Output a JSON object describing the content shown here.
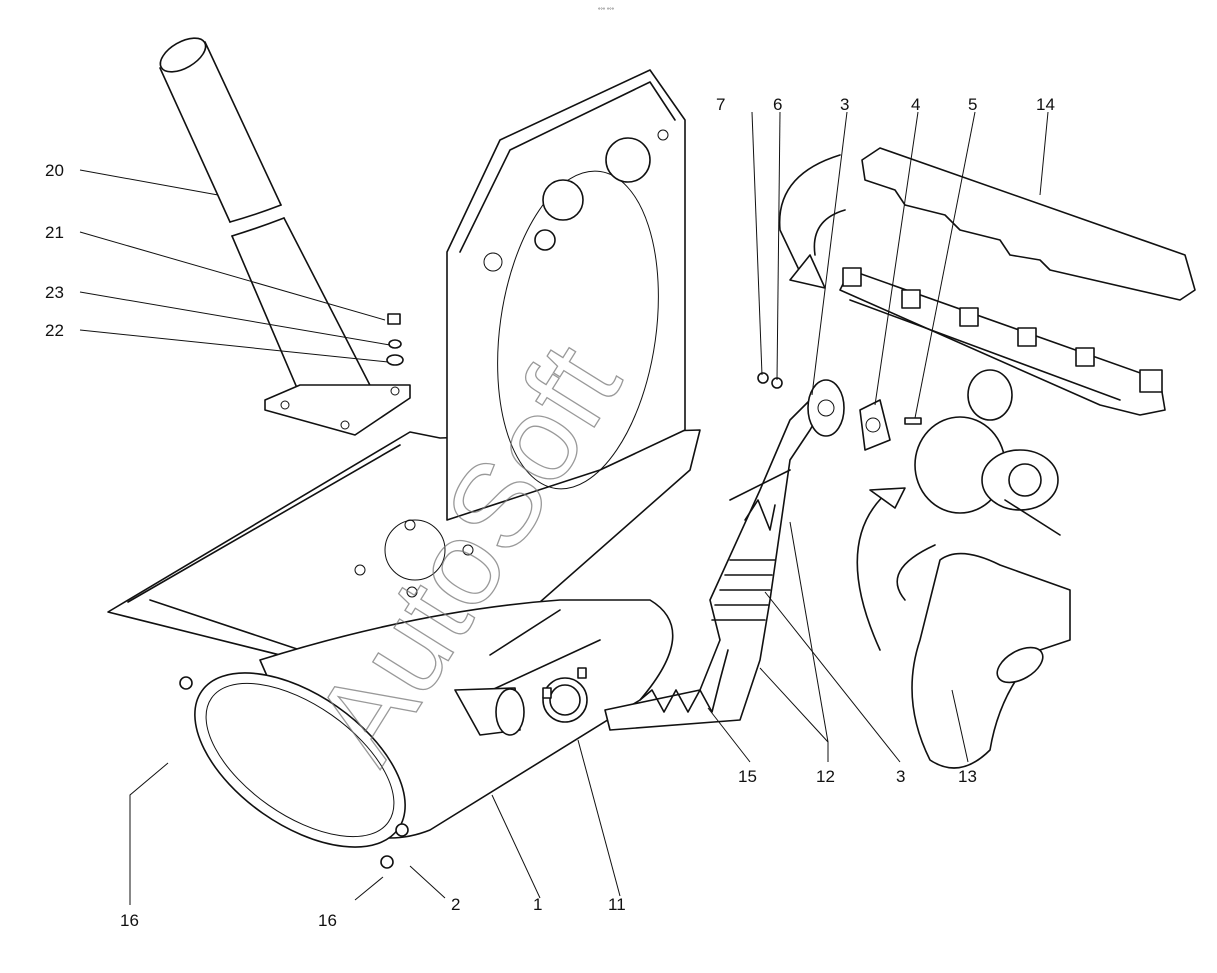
{
  "header_mark": "°°° °°°",
  "watermark": "AutoSoft",
  "callouts": [
    "20",
    "21",
    "23",
    "22",
    "7",
    "6",
    "3",
    "4",
    "5",
    "14",
    "16",
    "16",
    "2",
    "1",
    "11",
    "15",
    "12",
    "3",
    "13"
  ]
}
